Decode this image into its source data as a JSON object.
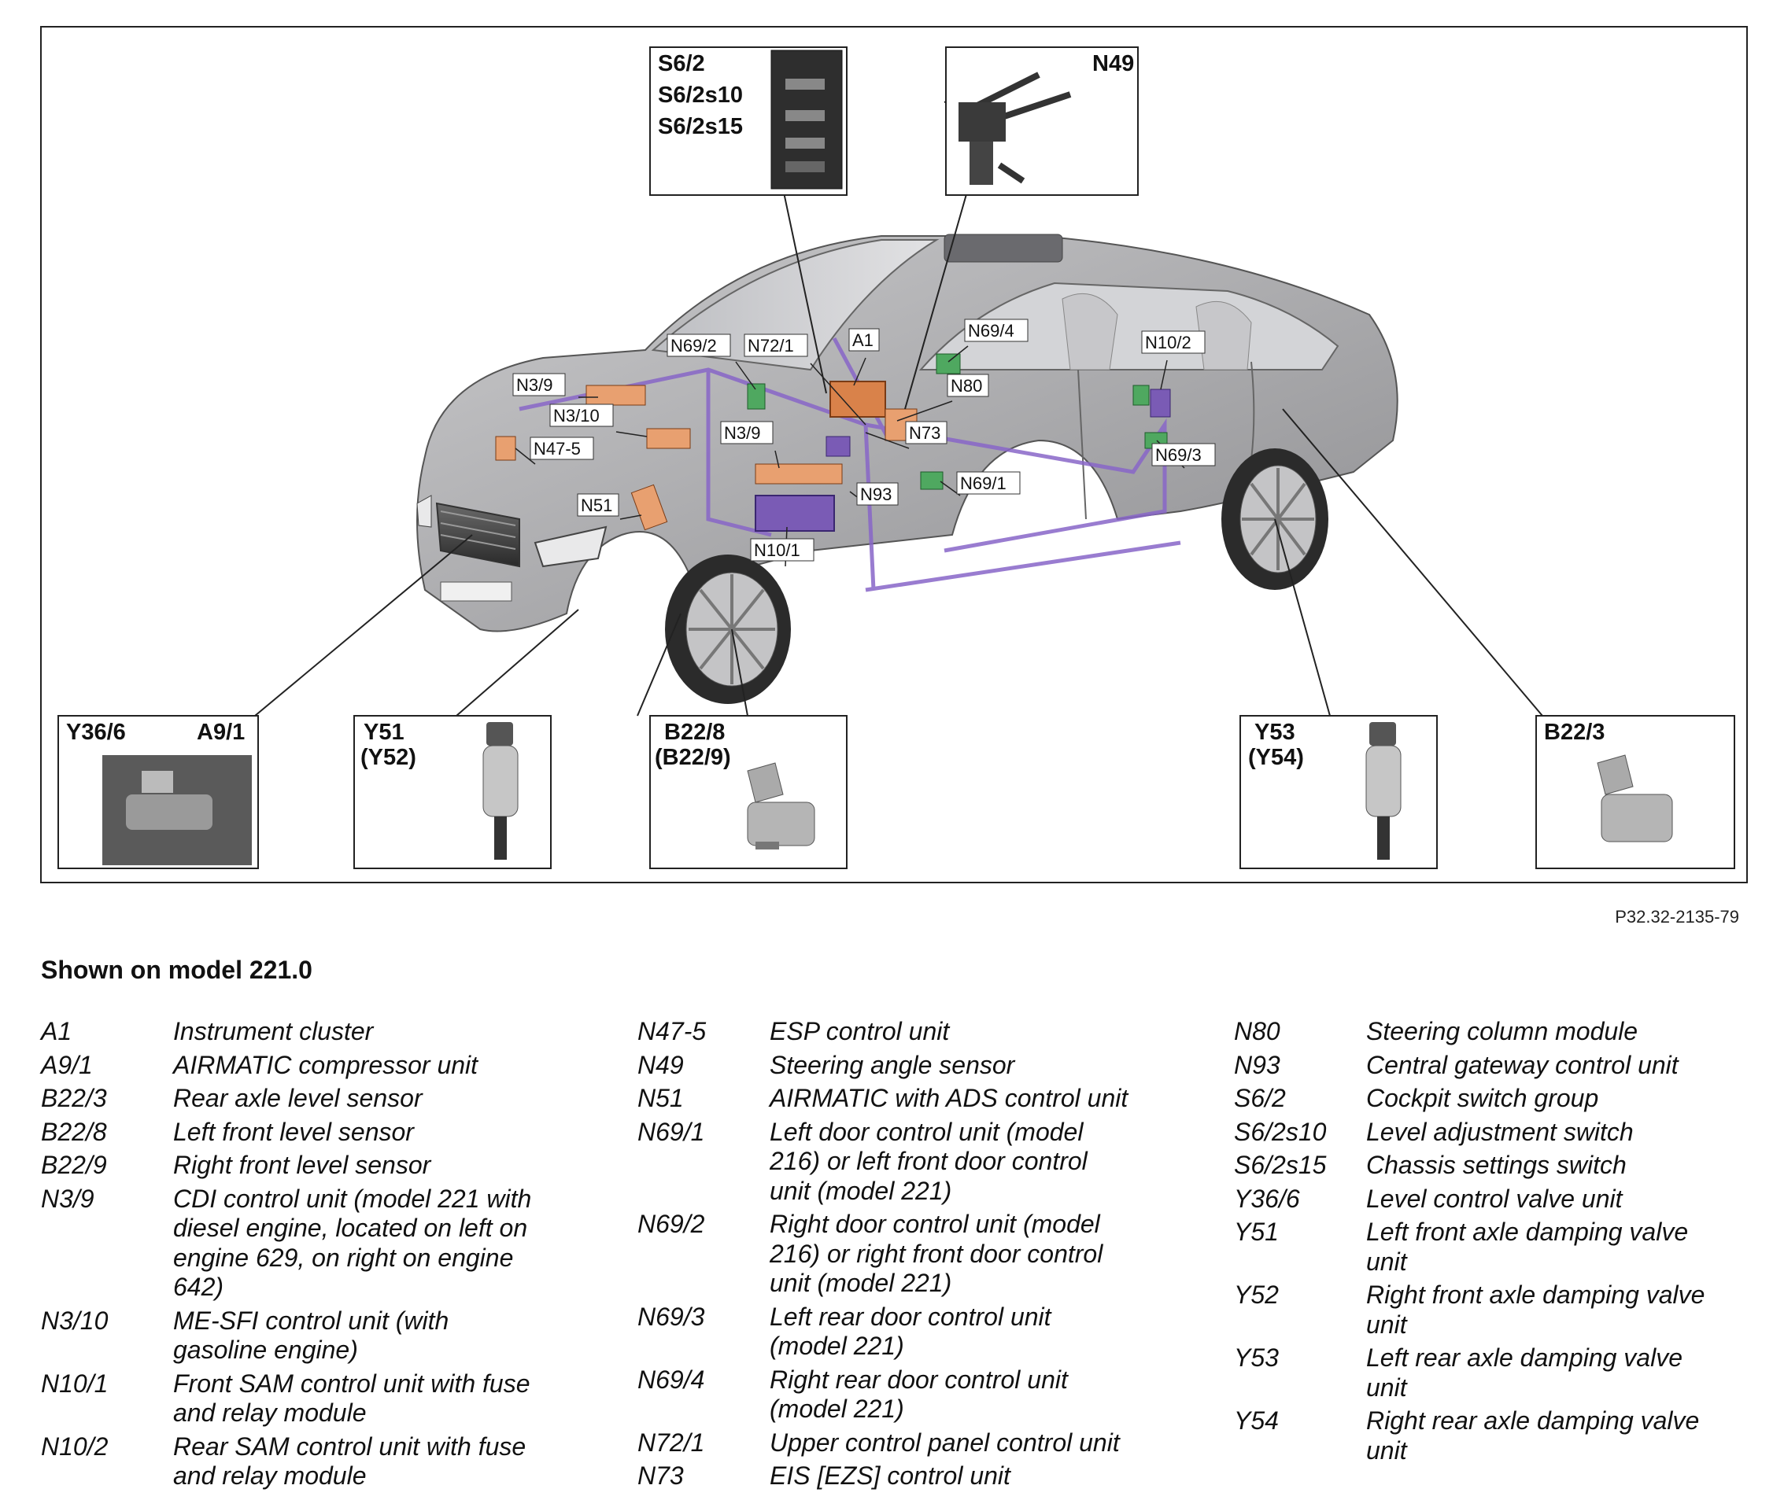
{
  "figure": {
    "callouts": [
      {
        "key": "s6_2",
        "lines": [
          "S6/2",
          "S6/2s10",
          "S6/2s15"
        ]
      },
      {
        "key": "n49",
        "lines": [
          "N49"
        ]
      },
      {
        "key": "y36_a9",
        "lines": [
          "Y36/6",
          "A9/1"
        ]
      },
      {
        "key": "y51",
        "lines": [
          "Y51",
          "(Y52)"
        ]
      },
      {
        "key": "b22_8",
        "lines": [
          "B22/8",
          "(B22/9)"
        ]
      },
      {
        "key": "y53",
        "lines": [
          "Y53",
          "(Y54)"
        ]
      },
      {
        "key": "b22_3",
        "lines": [
          "B22/3"
        ]
      }
    ],
    "car_labels": [
      "N69/2",
      "N72/1",
      "A1",
      "N69/4",
      "N10/2",
      "N3/9",
      "N80",
      "N3/10",
      "N73",
      "N47-5",
      "N3/9",
      "N69/3",
      "N93",
      "N69/1",
      "N51",
      "N10/1"
    ],
    "colors": {
      "module_orange": "#d9824a",
      "module_purple": "#7a5bb5",
      "module_green": "#4fa860",
      "wiring": "#8866c8",
      "car_body": "#a8a8aa"
    }
  },
  "reference": "P32.32-2135-79",
  "model_note": "Shown on model 221.0",
  "legend": {
    "col1": [
      {
        "code": "A1",
        "desc": "Instrument cluster"
      },
      {
        "code": "A9/1",
        "desc": "AIRMATIC compressor unit"
      },
      {
        "code": "B22/3",
        "desc": "Rear axle level sensor"
      },
      {
        "code": "B22/8",
        "desc": "Left front level sensor"
      },
      {
        "code": "B22/9",
        "desc": "Right front level sensor"
      },
      {
        "code": "N3/9",
        "desc": "CDI control unit (model 221 with\ndiesel engine, located on left on\nengine 629, on right on engine\n642)"
      },
      {
        "code": "N3/10",
        "desc": "ME-SFI control unit (with\ngasoline engine)"
      },
      {
        "code": "N10/1",
        "desc": "Front SAM control unit with fuse\nand relay module"
      },
      {
        "code": "N10/2",
        "desc": "Rear SAM control unit with fuse\nand relay module"
      }
    ],
    "col2": [
      {
        "code": "N47-5",
        "desc": "ESP control unit"
      },
      {
        "code": "N49",
        "desc": "Steering angle sensor"
      },
      {
        "code": "N51",
        "desc": "AIRMATIC with ADS control unit"
      },
      {
        "code": "N69/1",
        "desc": "Left door control unit (model\n216) or left front door control\nunit (model 221)"
      },
      {
        "code": "N69/2",
        "desc": "Right door control unit (model\n216) or right front door control\nunit (model 221)"
      },
      {
        "code": "N69/3",
        "desc": "Left rear door control unit\n(model 221)"
      },
      {
        "code": "N69/4",
        "desc": "Right rear door control unit\n(model 221)"
      },
      {
        "code": "N72/1",
        "desc": "Upper control panel control unit"
      },
      {
        "code": "N73",
        "desc": "EIS [EZS] control unit"
      }
    ],
    "col3": [
      {
        "code": "N80",
        "desc": "Steering column module"
      },
      {
        "code": "N93",
        "desc": "Central gateway control unit"
      },
      {
        "code": "S6/2",
        "desc": "Cockpit switch group"
      },
      {
        "code": "S6/2s10",
        "desc": "Level adjustment switch"
      },
      {
        "code": "S6/2s15",
        "desc": "Chassis settings switch"
      },
      {
        "code": "Y36/6",
        "desc": "Level control valve unit"
      },
      {
        "code": "Y51",
        "desc": "Left front axle damping valve\nunit"
      },
      {
        "code": "Y52",
        "desc": "Right front axle damping valve\nunit"
      },
      {
        "code": "Y53",
        "desc": "Left rear axle damping valve\nunit"
      },
      {
        "code": "Y54",
        "desc": "Right rear axle damping valve\nunit"
      }
    ]
  }
}
